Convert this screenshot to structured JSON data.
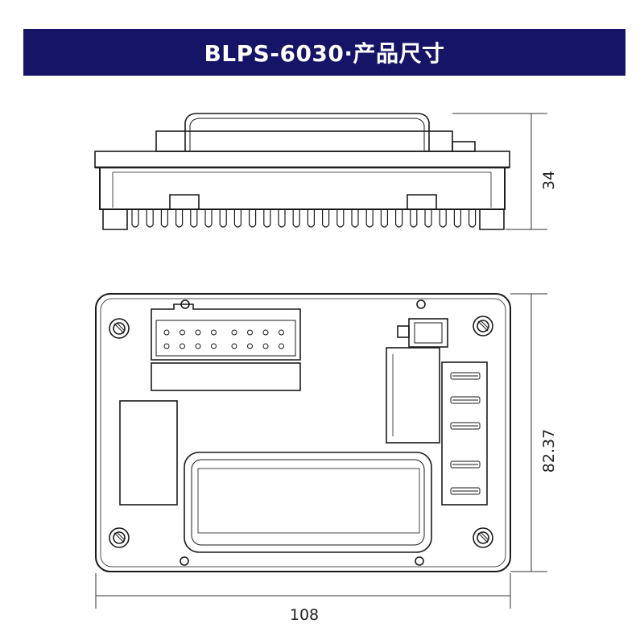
{
  "header": {
    "title": "BLPS-6030·产品尺寸",
    "background_color": "#161467",
    "text_color": "#ffffff"
  },
  "side_view": {
    "height_dimension": "34"
  },
  "top_view": {
    "height_dimension": "82.37",
    "width_dimension": "108"
  },
  "colors": {
    "line": "#1a1a1a",
    "background": "#ffffff"
  }
}
